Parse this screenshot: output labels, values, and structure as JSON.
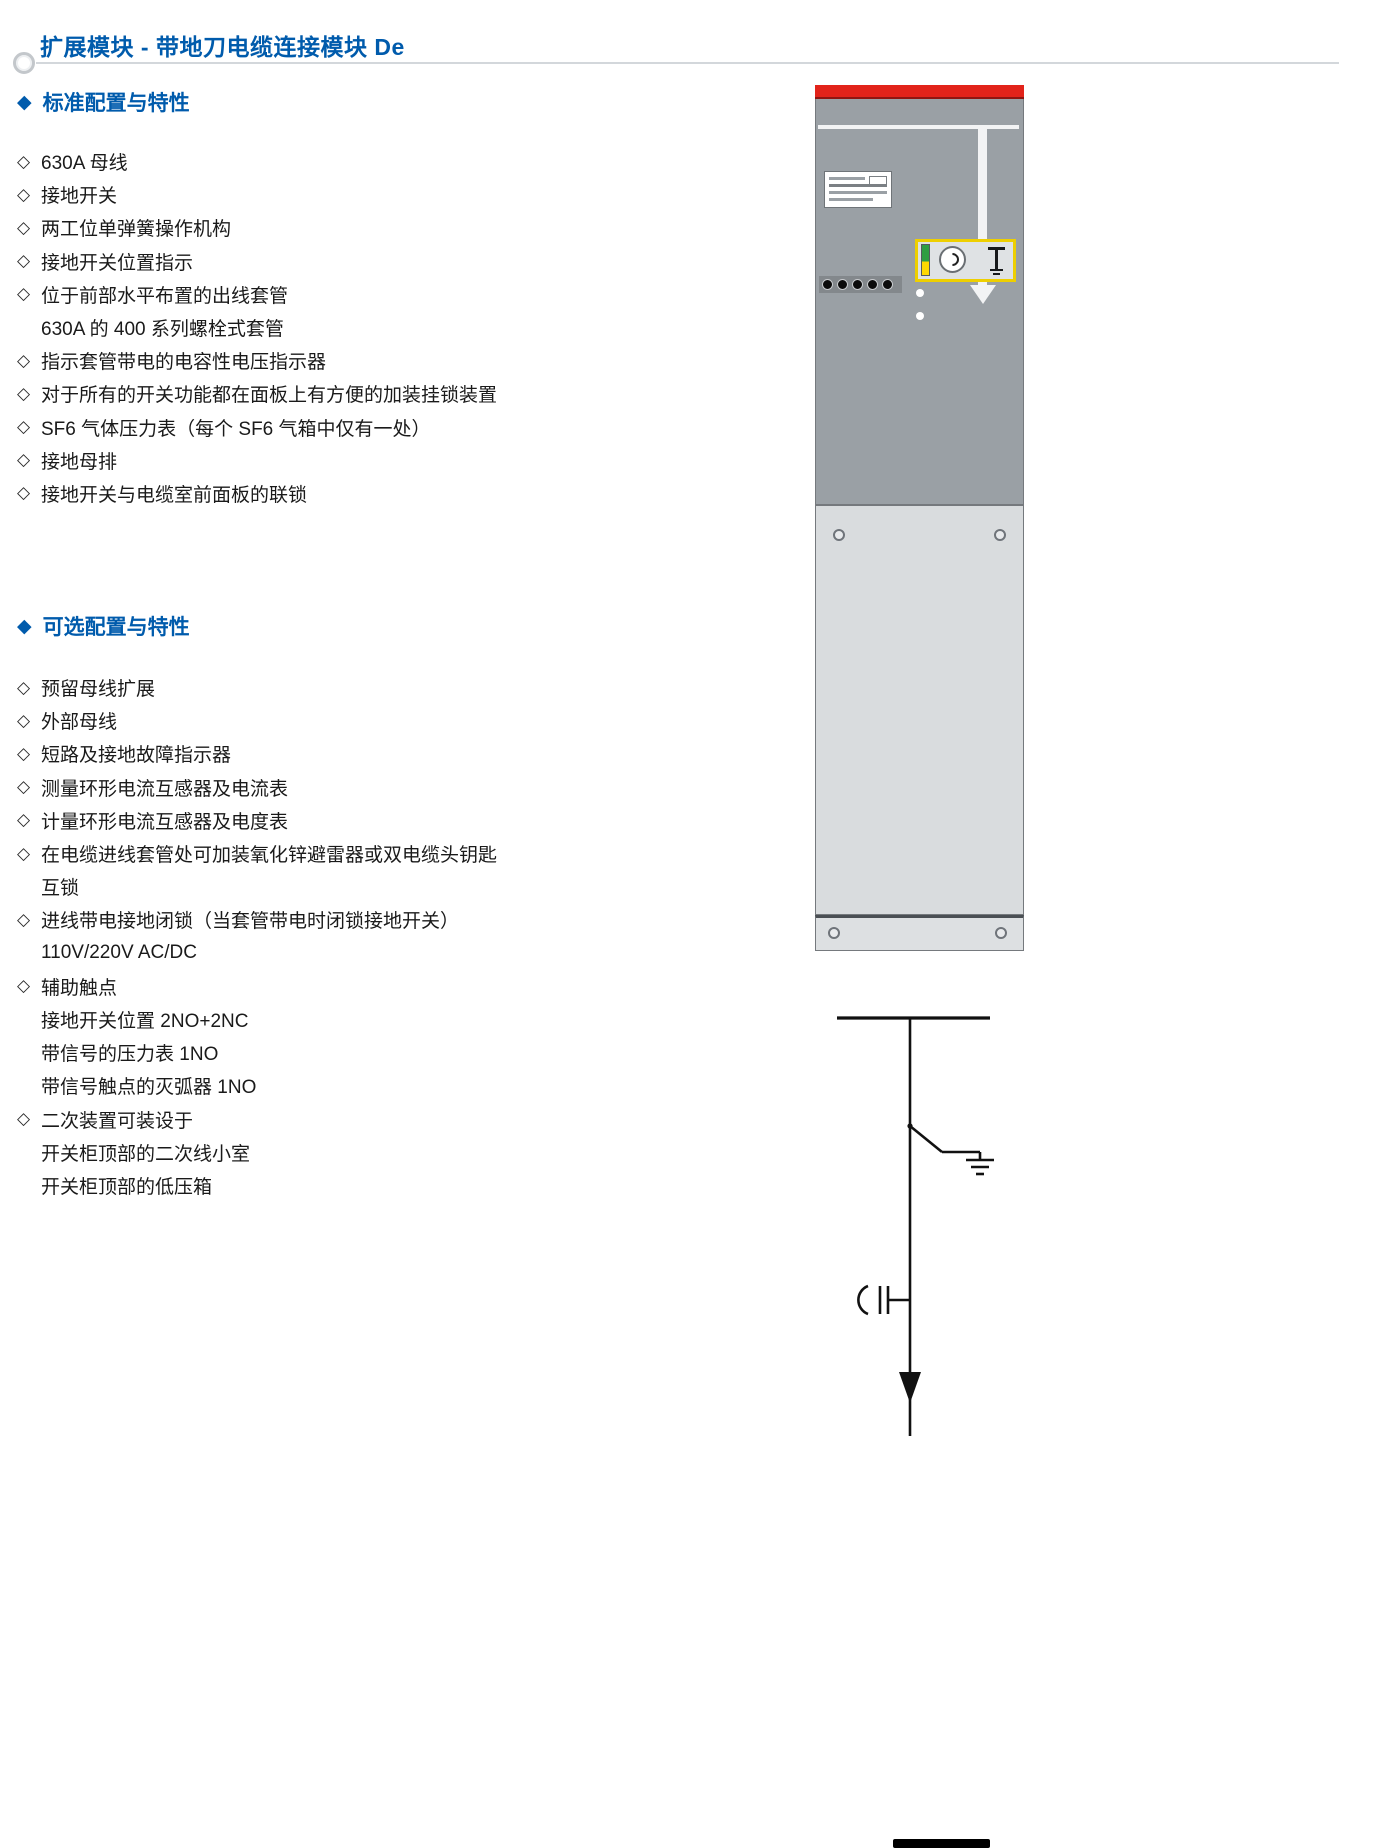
{
  "page": {
    "title": "扩展模块 - 带地刀电缆连接模块 De"
  },
  "icons": {
    "section_diamond": "◆",
    "item_diamond": "◇"
  },
  "colors": {
    "title_blue": "#005BAC",
    "body_text": "#1A1A1A",
    "rule_gray": "#D3D7DB",
    "cabinet_red": "#E2231A",
    "cabinet_dark_gray": "#9AA0A5",
    "cabinet_light_gray": "#D9DCDE",
    "panel_yellow": "#EECF00",
    "diagram_black": "#111111"
  },
  "sections": [
    {
      "heading": "标准配置与特性",
      "items": [
        {
          "text": "630A 母线"
        },
        {
          "text": "接地开关"
        },
        {
          "text": "两工位单弹簧操作机构"
        },
        {
          "text": "接地开关位置指示"
        },
        {
          "text": "位于前部水平布置的出线套管",
          "sub": [
            "630A 的 400 系列螺栓式套管"
          ]
        },
        {
          "text": "指示套管带电的电容性电压指示器"
        },
        {
          "text": "对于所有的开关功能都在面板上有方便的加装挂锁装置"
        },
        {
          "text": "SF6 气体压力表（每个 SF6 气箱中仅有一处）"
        },
        {
          "text": "接地母排"
        },
        {
          "text": "接地开关与电缆室前面板的联锁"
        }
      ]
    },
    {
      "heading": "可选配置与特性",
      "items": [
        {
          "text": "预留母线扩展"
        },
        {
          "text": "外部母线"
        },
        {
          "text": "短路及接地故障指示器"
        },
        {
          "text": "测量环形电流互感器及电流表"
        },
        {
          "text": "计量环形电流互感器及电度表"
        },
        {
          "text": "在电缆进线套管处可加装氧化锌避雷器或双电缆头钥匙",
          "sub": [
            "互锁"
          ]
        },
        {
          "text": "进线带电接地闭锁（当套管带电时闭锁接地开关）",
          "sub": [
            "110V/220V AC/DC"
          ]
        },
        {
          "text": "辅助触点",
          "sub": [
            "接地开关位置 2NO+2NC",
            "带信号的压力表 1NO",
            "带信号触点的灭弧器 1NO"
          ]
        },
        {
          "text": "二次装置可装设于",
          "sub": [
            "开关柜顶部的二次线小室",
            "开关柜顶部的低压箱"
          ]
        }
      ]
    }
  ]
}
